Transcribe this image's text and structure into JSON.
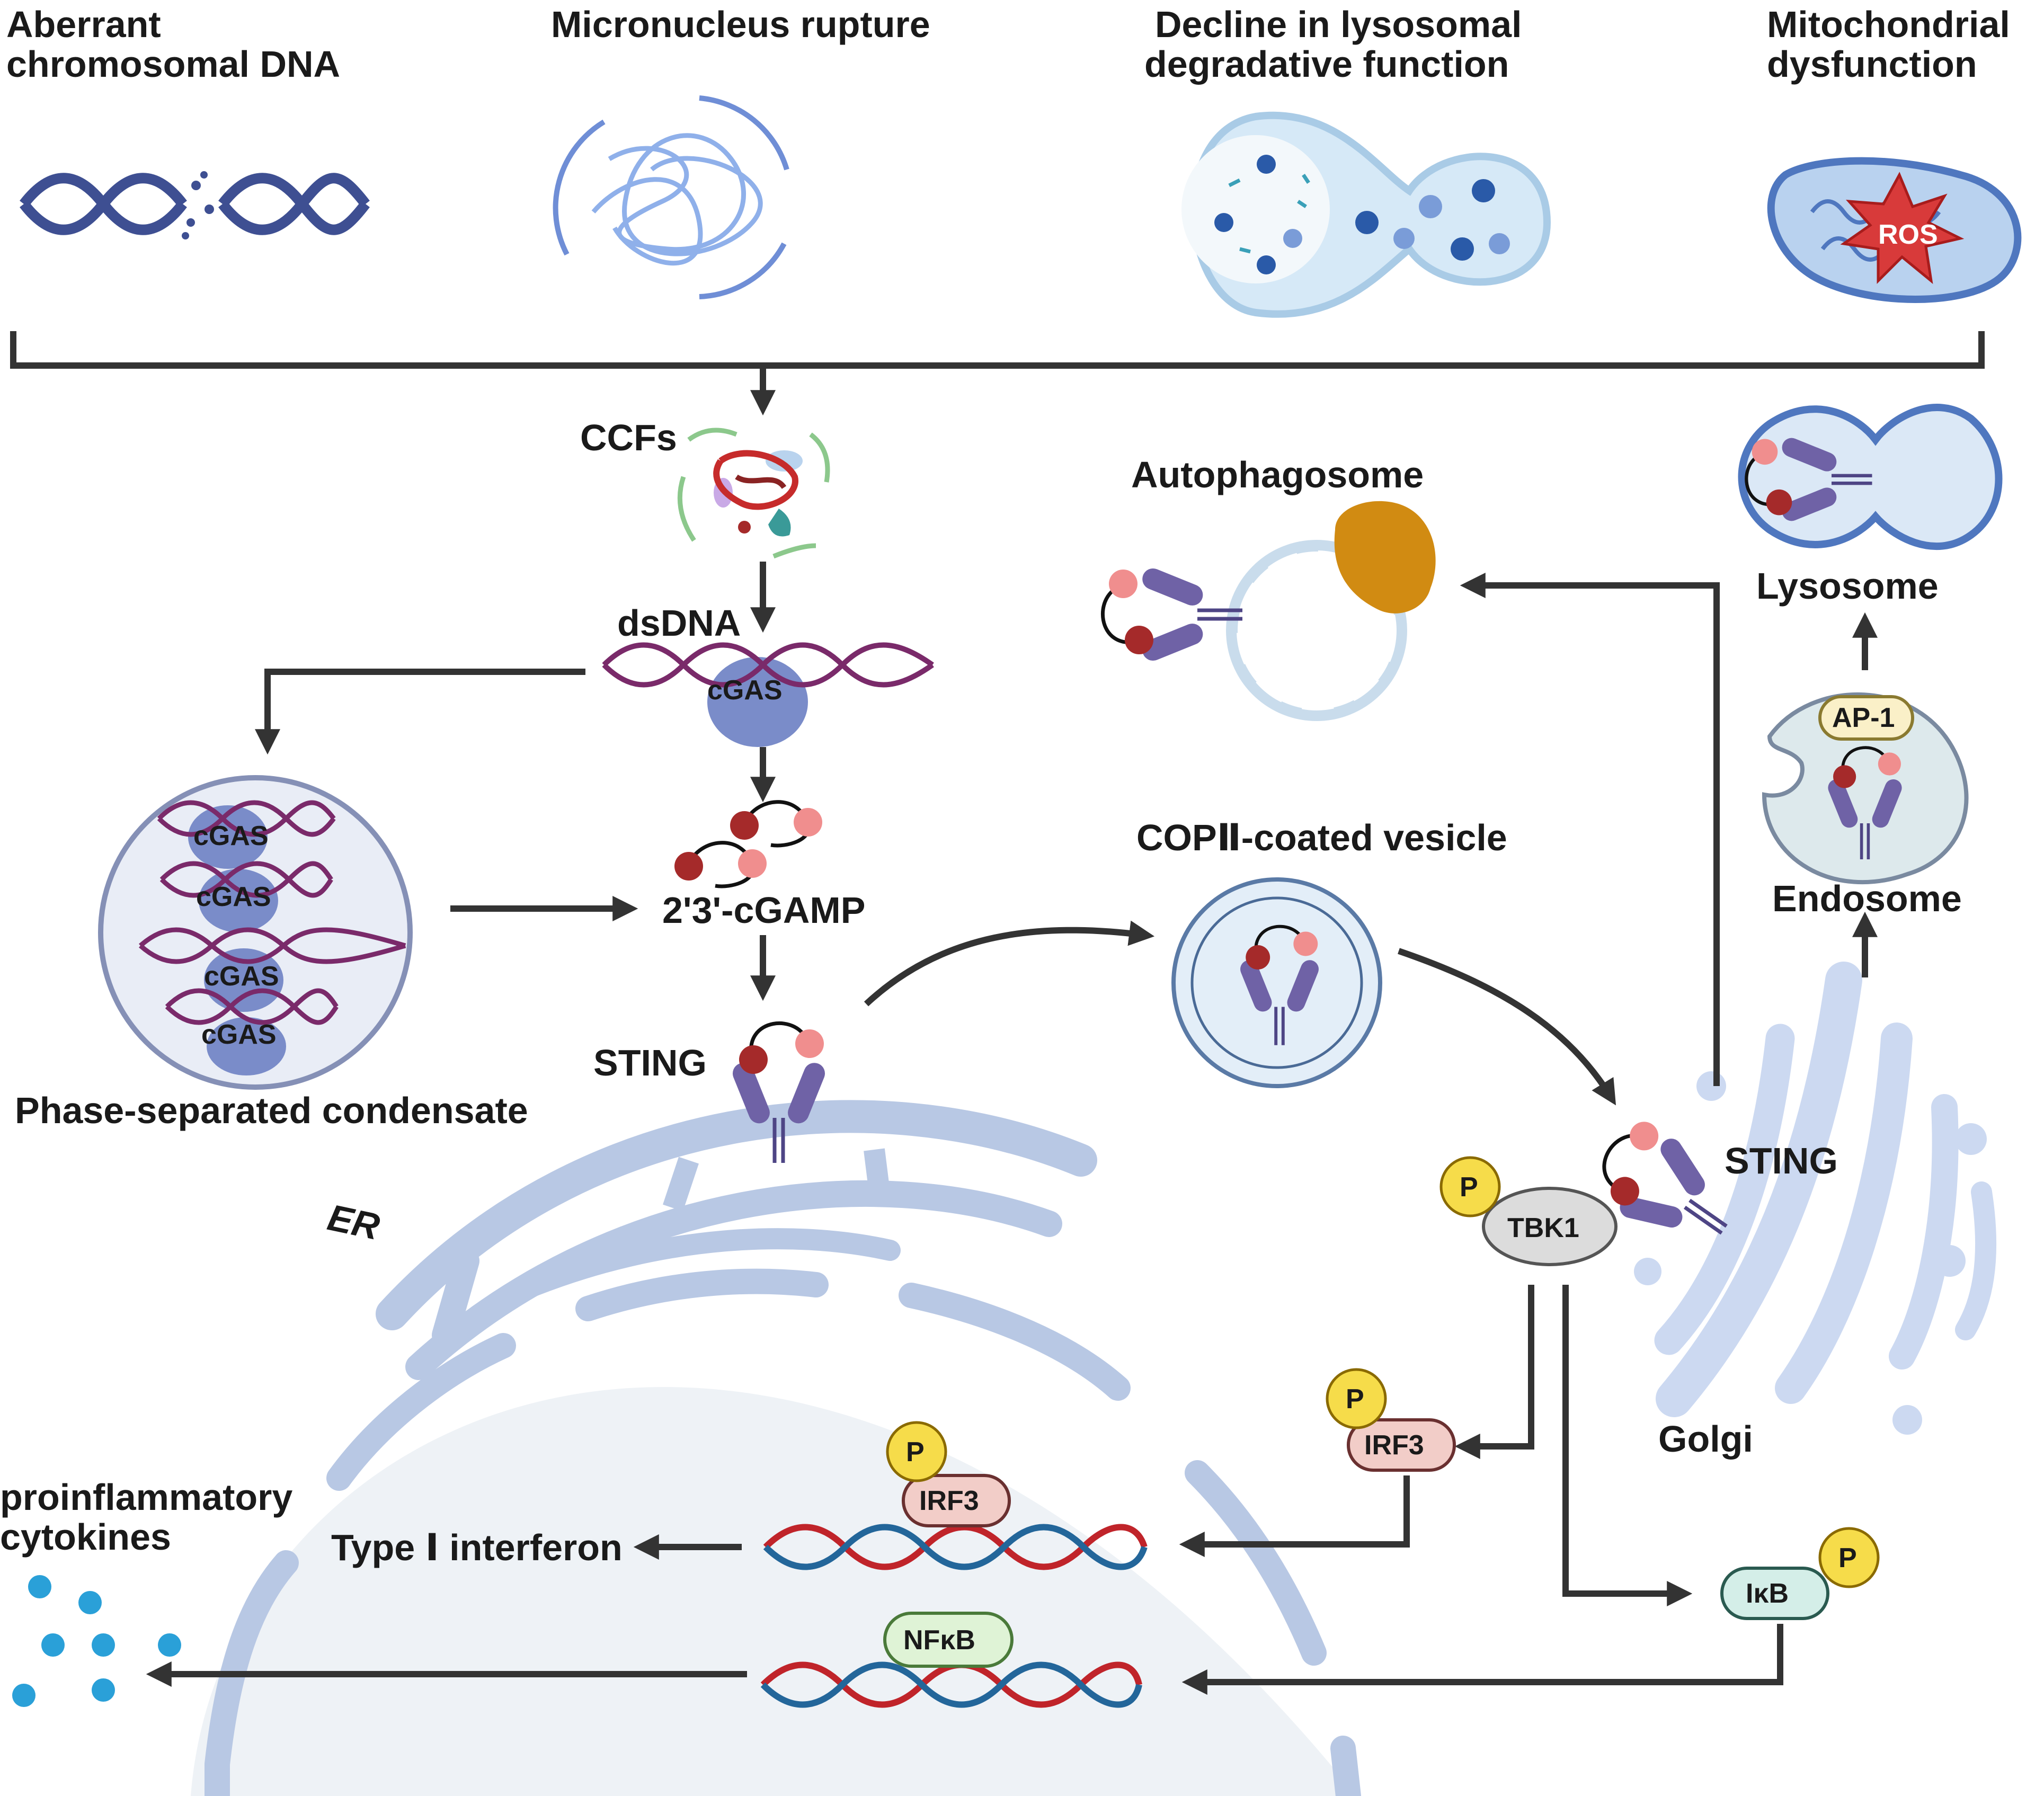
{
  "colors": {
    "arrow": "#333333",
    "membrane": "#b8c8e4",
    "nucleus": "#eef2f6",
    "sting": "#6f62a6",
    "cgamp_dark": "#a52a2a",
    "cgamp_light": "#f08e8e",
    "cgas": "#7a8cc9",
    "dna_purple": "#7a2a6a",
    "dna_red": "#c0242a",
    "dna_blue": "#23669a",
    "phospho": "#f6dc4a",
    "tbk1": "#dcdcdc",
    "irf3": "#f2cdc8",
    "nfkb": "#dff3d6",
    "ikb": "#d4eee8",
    "ap1": "#faf0c8",
    "autophagy_cargo": "#d18b12",
    "cytokine": "#2aa0d8",
    "ros": "#d83a3a"
  },
  "top": {
    "aberrant": [
      "Aberrant",
      "chromosomal DNA"
    ],
    "micronucleus": "Micronucleus rupture",
    "lysosomal": [
      "Decline in lysosomal",
      "degradative function"
    ],
    "mito": [
      "Mitochondrial",
      "dysfunction"
    ],
    "ros": "ROS"
  },
  "labels": {
    "ccfs": "CCFs",
    "dsdna": "dsDNA",
    "cgas": "cGAS",
    "cgamp": "2'3'-cGAMP",
    "sting": "STING",
    "er": "ER",
    "condensate": "Phase-separated condensate",
    "autophagosome": "Autophagosome",
    "lysosome": "Lysosome",
    "endosome": "Endosome",
    "ap1": "AP-1",
    "copii": "COPⅡ-coated vesicle",
    "sting_golgi": "STING",
    "tbk1": "TBK1",
    "golgi": "Golgi",
    "irf3": "IRF3",
    "ikb": "IκB",
    "nfkb": "NFκB",
    "p": "P",
    "ifn": "Type Ⅰ interferon",
    "cytokines": [
      "proinflammatory",
      "cytokines"
    ]
  }
}
